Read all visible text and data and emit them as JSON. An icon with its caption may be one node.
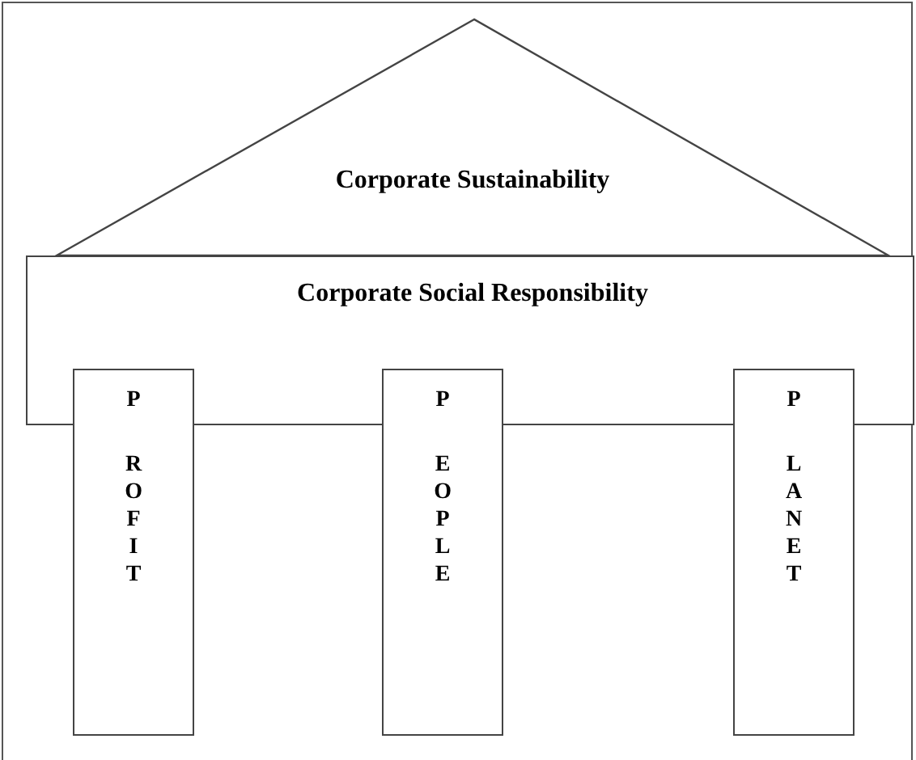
{
  "diagram": {
    "nodes": [
      {
        "text": [
          "Corporate Sustainability"
        ]
      },
      {
        "text": [
          "Corporate Social Responsibility"
        ]
      },
      {
        "text": [
          "P",
          "ROFIT"
        ]
      },
      {
        "text": [
          "P",
          "EOPLE"
        ]
      },
      {
        "text": [
          "P",
          "LANET"
        ]
      }
    ]
  }
}
